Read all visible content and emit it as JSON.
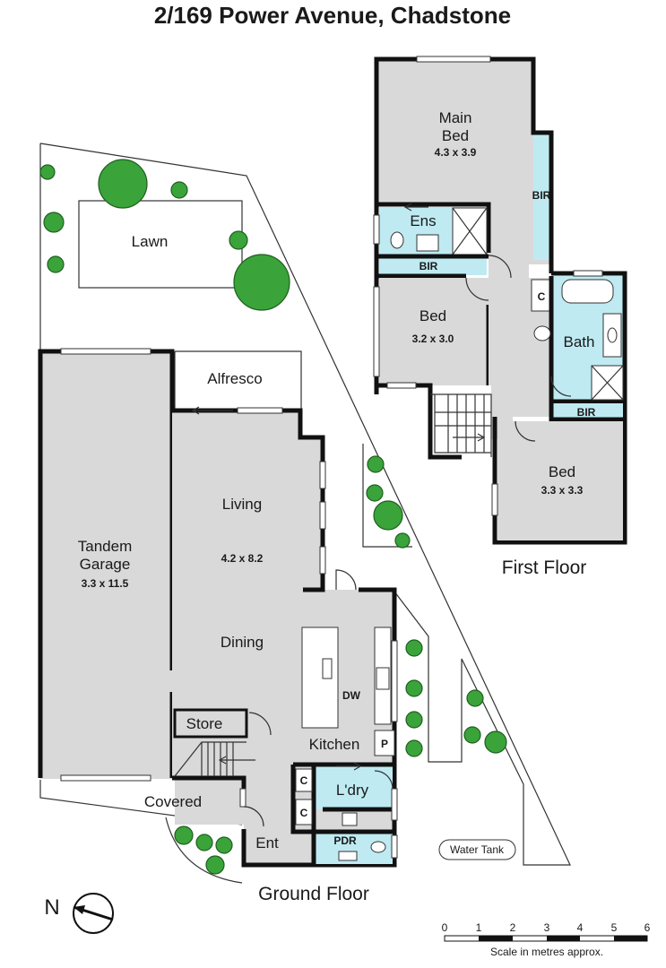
{
  "title": "2/169 Power Avenue, Chadstone",
  "first_floor": {
    "label": "First Floor",
    "rooms": {
      "main_bed": {
        "name_line1": "Main",
        "name_line2": "Bed",
        "dims": "4.3 x 3.9"
      },
      "ens": "Ens",
      "bir_main": "BIR",
      "bir_ens": "BIR",
      "bed2": {
        "name": "Bed",
        "dims": "3.2 x 3.0"
      },
      "closet": "C",
      "bath": "Bath",
      "bir_bed3": "BIR",
      "bed3": {
        "name": "Bed",
        "dims": "3.3 x 3.3"
      }
    }
  },
  "ground_floor": {
    "label": "Ground Floor",
    "rooms": {
      "lawn": "Lawn",
      "alfresco": "Alfresco",
      "garage": {
        "name_line1": "Tandem",
        "name_line2": "Garage",
        "dims": "3.3 x 11.5"
      },
      "living": {
        "name": "Living",
        "dims": "4.2 x 8.2"
      },
      "dining": "Dining",
      "dw": "DW",
      "store": "Store",
      "kitchen": "Kitchen",
      "pantry": "P",
      "closet1": "C",
      "closet2": "C",
      "laundry": "L'dry",
      "covered": "Covered",
      "ent": "Ent",
      "pdr": "PDR",
      "water_tank": "Water Tank"
    }
  },
  "compass": {
    "label": "N"
  },
  "scale": {
    "ticks": [
      "0",
      "1",
      "2",
      "3",
      "4",
      "5",
      "6"
    ],
    "caption": "Scale in metres approx."
  }
}
